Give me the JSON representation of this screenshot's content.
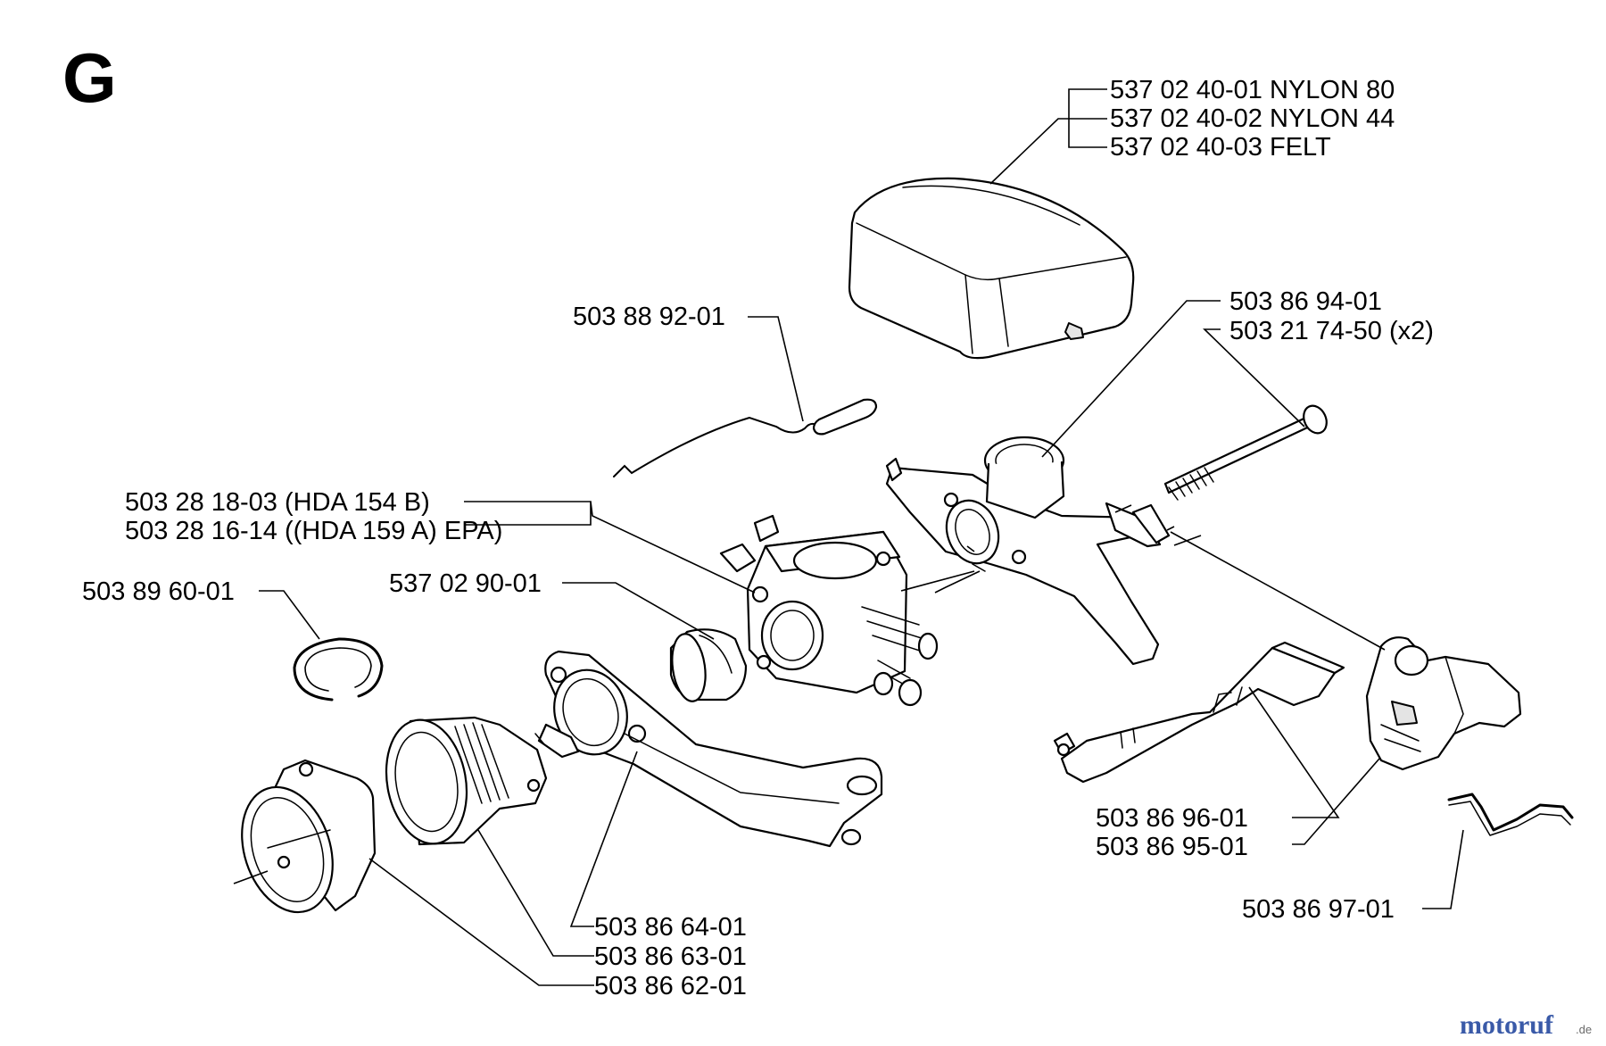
{
  "section_letter": "G",
  "parts": {
    "air_filter": [
      "537 02 40-01 NYLON 80",
      "537 02 40-02 NYLON 44",
      "537 02 40-03 FELT"
    ],
    "wire": "503 88 92-01",
    "carburetor": [
      "503 28 18-03 (HDA 154 B)",
      "503 28 16-14 ((HDA 159 A) EPA)"
    ],
    "gasket_ring": "537 02 90-01",
    "circlip": "503 89 60-01",
    "holder": "503 86 94-01",
    "bolt": "503 21 74-50 (x2)",
    "lever": "503 86 96-01",
    "bracket": "503 86 95-01",
    "spring": "503 86 97-01",
    "intake_flange": "503 86 64-01",
    "intake_hose": "503 86 63-01",
    "adapter": "503 86 62-01"
  },
  "watermark": {
    "name": "motoruf",
    "tld": ".de",
    "color_primary": "#3a5aa8",
    "color_accent": "#c8202c"
  }
}
